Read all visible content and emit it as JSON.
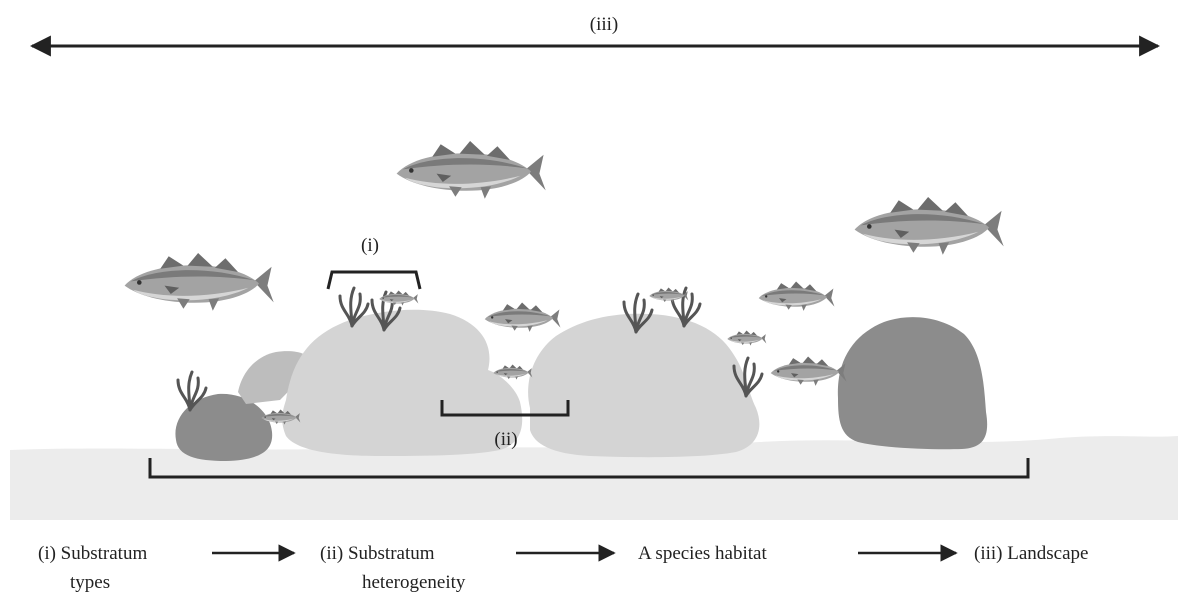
{
  "labels": {
    "scale_iii": "(iii)",
    "scale_i": "(i)",
    "scale_ii": "(ii)"
  },
  "flow": {
    "step1_line1": "(i) Substratum",
    "step1_line2": "types",
    "step2_line1": "(ii) Substratum",
    "step2_line2": "heterogeneity",
    "step3": "A species habitat",
    "step4": "(iii) Landscape"
  },
  "colors": {
    "seabed": "#ececec",
    "rock_light": "#d3d3d3",
    "rock_mid": "#bdbdbd",
    "rock_dark": "#8a8a8a",
    "fish_body": "#9a9a9a",
    "fish_back": "#6f6f6f",
    "fish_belly": "#d0d0d0",
    "line": "#222222"
  }
}
